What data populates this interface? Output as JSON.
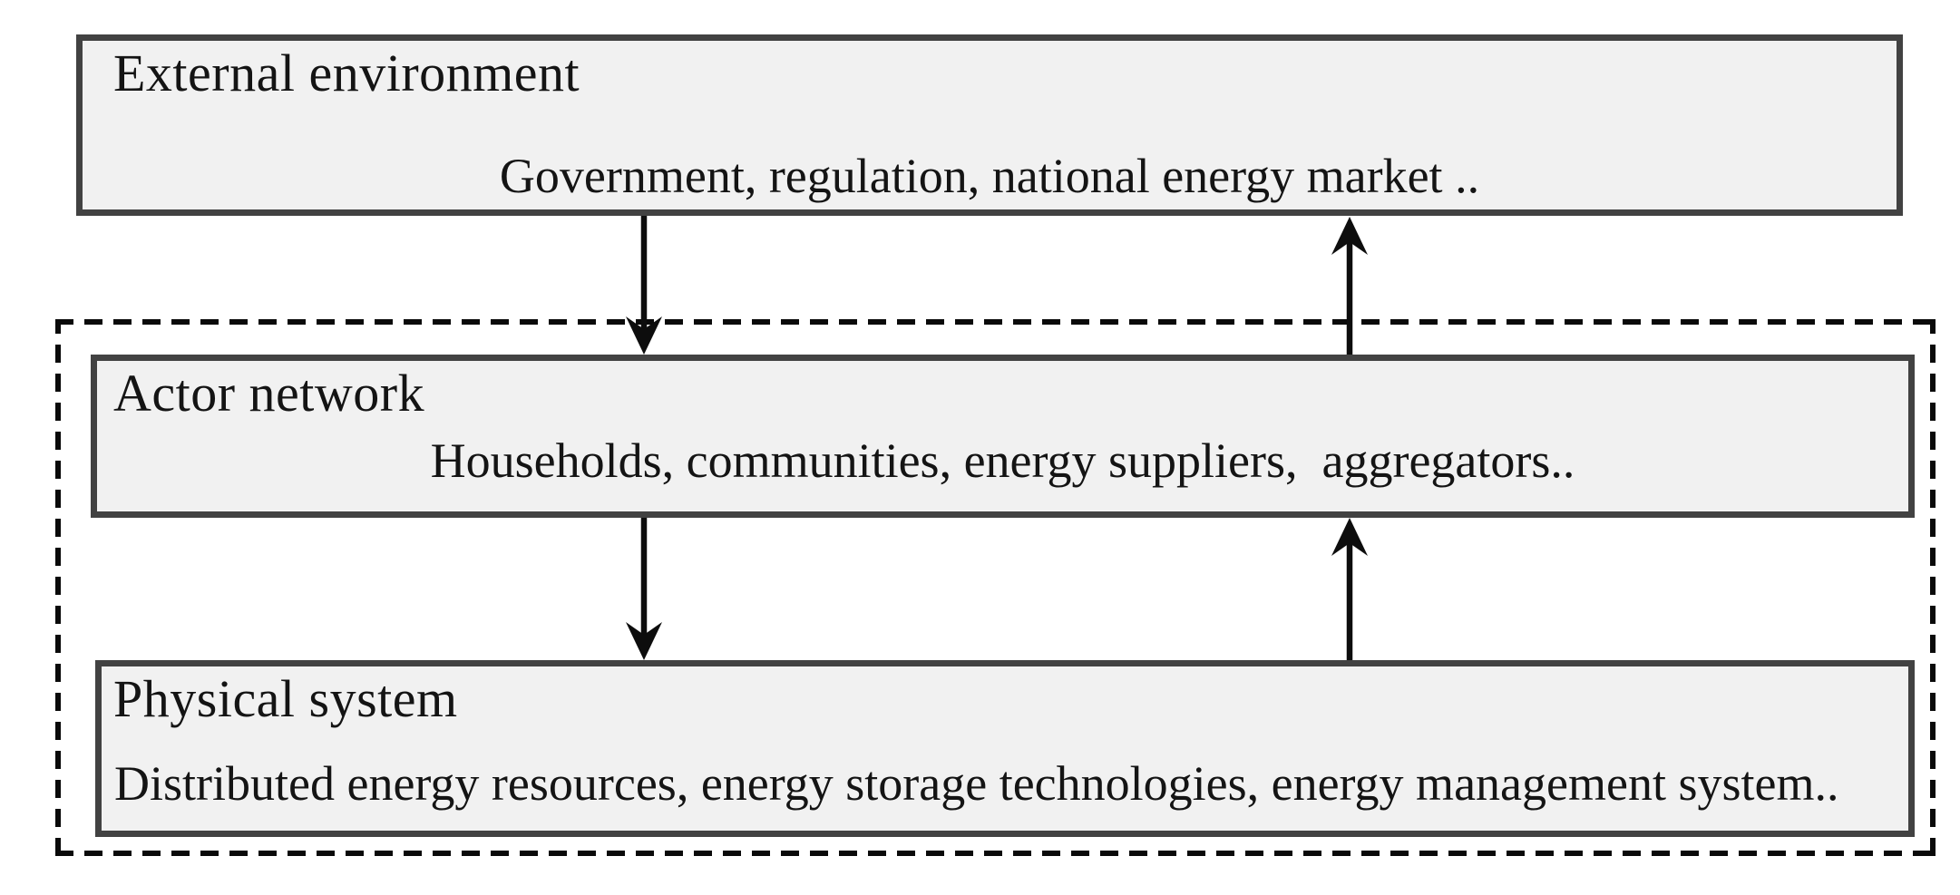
{
  "nodes": {
    "external_environment": {
      "title": "External environment",
      "subtitle": "Government, regulation, national energy market .."
    },
    "actor_network": {
      "title": "Actor network",
      "subtitle": "Households, communities, energy suppliers,  aggregators.."
    },
    "physical_system": {
      "title": "Physical system",
      "subtitle": "Distributed energy resources, energy storage technologies, energy management system.."
    }
  },
  "edges": [
    {
      "from": "external_environment",
      "to": "actor_network",
      "direction": "down"
    },
    {
      "from": "actor_network",
      "to": "external_environment",
      "direction": "up"
    },
    {
      "from": "actor_network",
      "to": "physical_system",
      "direction": "down"
    },
    {
      "from": "physical_system",
      "to": "actor_network",
      "direction": "up"
    }
  ],
  "colors": {
    "box_fill": "#f1f1f1",
    "box_border": "#424242",
    "text": "#141414",
    "line": "#0d0d0d",
    "dash": "#0a0a0a"
  }
}
